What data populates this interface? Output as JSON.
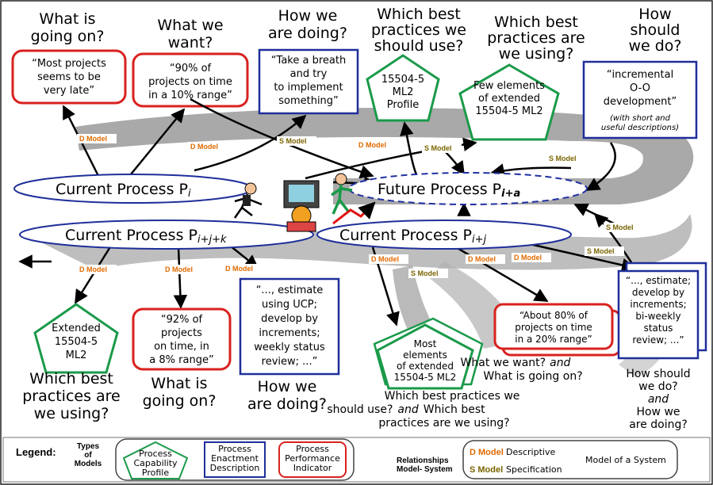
{
  "colors": {
    "green": "#1a9a4a",
    "blue": "#1f2f9a",
    "red": "#d8221f",
    "tag_orange": "#e06a00",
    "tag_olive": "#7a6400",
    "band": "#9a9a9a",
    "dashed": "#2030a0"
  },
  "questions": {
    "q1": [
      "What is",
      "going on?"
    ],
    "q2": [
      "What we",
      "want?"
    ],
    "q3": [
      "How we",
      "are doing?"
    ],
    "q4": [
      "Which best",
      "practices we",
      "should use?"
    ],
    "q5": [
      "Which best",
      "practices are",
      "we using?"
    ],
    "q6": [
      "How",
      "should",
      "we do?"
    ],
    "b1": [
      "Which best",
      "practices are",
      "we using?"
    ],
    "b2": [
      "What is",
      "going on?"
    ],
    "b3": [
      "How we",
      "are doing?"
    ],
    "b4": [
      "Which best practices we",
      "should use?",
      "Which best",
      "practices are we using?"
    ],
    "b4_and": "and",
    "b5": [
      "What we want?",
      "What is going on?"
    ],
    "b5_and": "and",
    "b6": [
      "How should",
      "we do?",
      "How we",
      "are doing?"
    ],
    "b6_and": "and"
  },
  "boxes": {
    "t1": [
      "“Most projects",
      "seems to be",
      "very late”"
    ],
    "t2": [
      "“90% of",
      "projects on time",
      "in a 10% range”"
    ],
    "t3": [
      "“Take a breath",
      "and try",
      "to implement",
      "something”"
    ],
    "t4": [
      "15504-5",
      "ML2",
      "Profile"
    ],
    "t5": [
      "Few elements",
      "of extended",
      "15504-5 ML2"
    ],
    "t6": [
      "“incremental",
      "O-O",
      "development”"
    ],
    "t6_note": [
      "(with short and",
      "useful descriptions)"
    ],
    "l1": [
      "Extended",
      "15504-5",
      "ML2"
    ],
    "l2": [
      "“92% of",
      "projects",
      "on time, in",
      "a 8% range”"
    ],
    "l3": [
      "“..., estimate",
      "using UCP;",
      "develop by",
      "increments;",
      "weekly status",
      "review; ...”"
    ],
    "l4": [
      "Most",
      "elements",
      "of extended",
      "15504-5 ML2"
    ],
    "l5": [
      "“About 80% of",
      "projects on time",
      "in a 20% range”"
    ],
    "l6": [
      "“..., estimate;",
      "develop by",
      "increments;",
      "bi-weekly",
      "status",
      "review; ...”"
    ]
  },
  "processes": {
    "current_i": {
      "label": "Current Process P",
      "sub": "i"
    },
    "future": {
      "label": "Future Process P",
      "sub": "i+a"
    },
    "current_ijk": {
      "label": "Current Process P",
      "sub": "i+j+k"
    },
    "current_ij": {
      "label": "Current Process P",
      "sub": "i+j"
    }
  },
  "tags": {
    "d": "D Model",
    "s": "S Model"
  },
  "legend": {
    "title": "Legend:",
    "types": [
      "Types",
      "of",
      "Models"
    ],
    "pcp": [
      "Process",
      "Capability",
      "Profile"
    ],
    "ped": [
      "Process",
      "Enactment",
      "Description"
    ],
    "ppi": [
      "Process",
      "Performance",
      "Indicator"
    ],
    "rel": [
      "Relationships",
      "Model- System"
    ],
    "d_desc": "Descriptive",
    "s_desc": "Specification",
    "mos": "Model of a System",
    "d_tag": "D Model",
    "s_tag": "S Model"
  }
}
